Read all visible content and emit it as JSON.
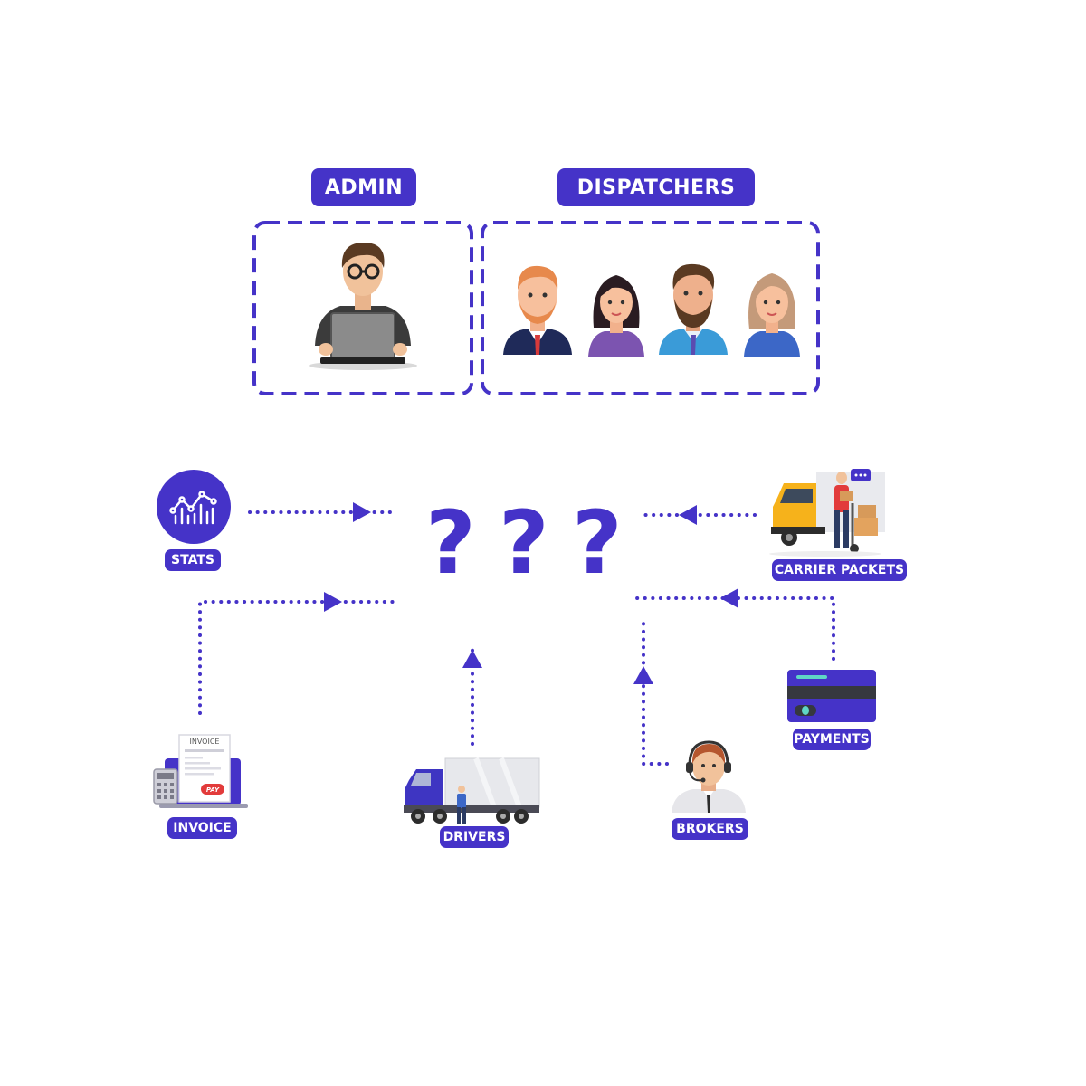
{
  "groups": {
    "admin": {
      "label": "ADMIN"
    },
    "dispatchers": {
      "label": "DISPATCHERS"
    }
  },
  "center": {
    "marks": [
      "?",
      "?",
      "?"
    ]
  },
  "nodes": {
    "stats": {
      "label": "STATS",
      "icon": "line-chart-icon"
    },
    "carrier_packets": {
      "label": "CARRIER PACKETS",
      "icon": "delivery-truck-icon"
    },
    "invoice": {
      "label": "INVOICE",
      "icon": "invoice-icon",
      "doc_title": "INVOICE",
      "pay_label": "PAY"
    },
    "drivers": {
      "label": "DRIVERS",
      "icon": "semi-truck-icon"
    },
    "brokers": {
      "label": "BROKERS",
      "icon": "headset-agent-icon"
    },
    "payments": {
      "label": "PAYMENTS",
      "icon": "credit-card-icon"
    }
  },
  "colors": {
    "accent": "#4533c8",
    "background": "#ffffff"
  }
}
